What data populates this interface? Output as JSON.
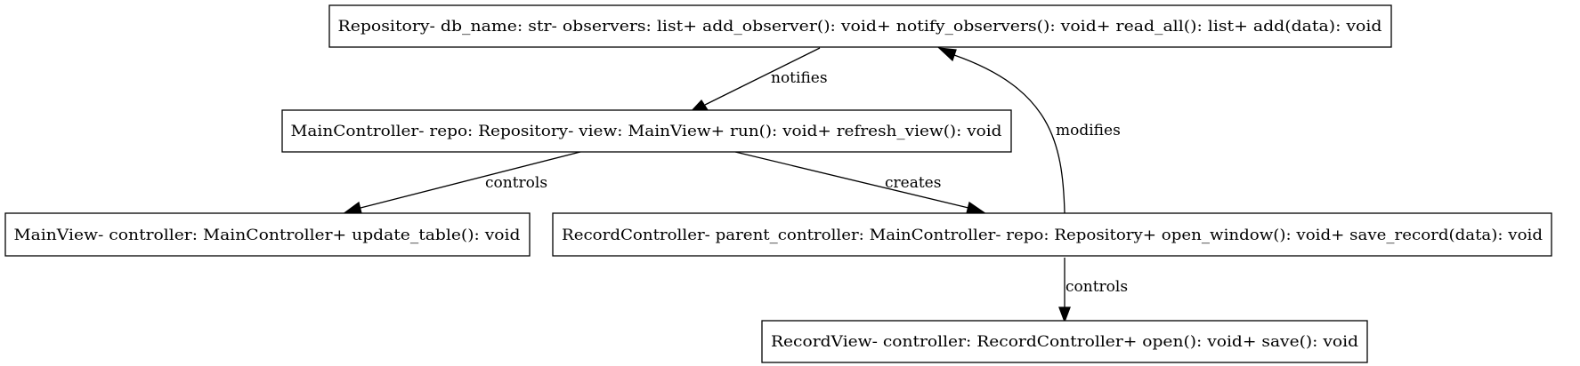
{
  "diagram": {
    "nodes": {
      "repository": {
        "label": "Repository- db_name: str- observers: list+ add_observer(): void+ notify_observers(): void+ read_all(): list+ add(data): void"
      },
      "main_controller": {
        "label": "MainController- repo: Repository- view: MainView+ run(): void+ refresh_view(): void"
      },
      "main_view": {
        "label": "MainView- controller: MainController+ update_table(): void"
      },
      "record_controller": {
        "label": "RecordController- parent_controller: MainController- repo: Repository+ open_window(): void+ save_record(data): void"
      },
      "record_view": {
        "label": "RecordView- controller: RecordController+ open(): void+ save(): void"
      }
    },
    "edges": {
      "repo_notifies_main": {
        "from": "repository",
        "to": "main_controller",
        "label": "notifies"
      },
      "main_controls_view": {
        "from": "main_controller",
        "to": "main_view",
        "label": "controls"
      },
      "main_creates_record": {
        "from": "main_controller",
        "to": "record_controller",
        "label": "creates"
      },
      "record_modifies_repo": {
        "from": "record_controller",
        "to": "repository",
        "label": "modifies"
      },
      "record_controls_view": {
        "from": "record_controller",
        "to": "record_view",
        "label": "controls"
      }
    }
  }
}
